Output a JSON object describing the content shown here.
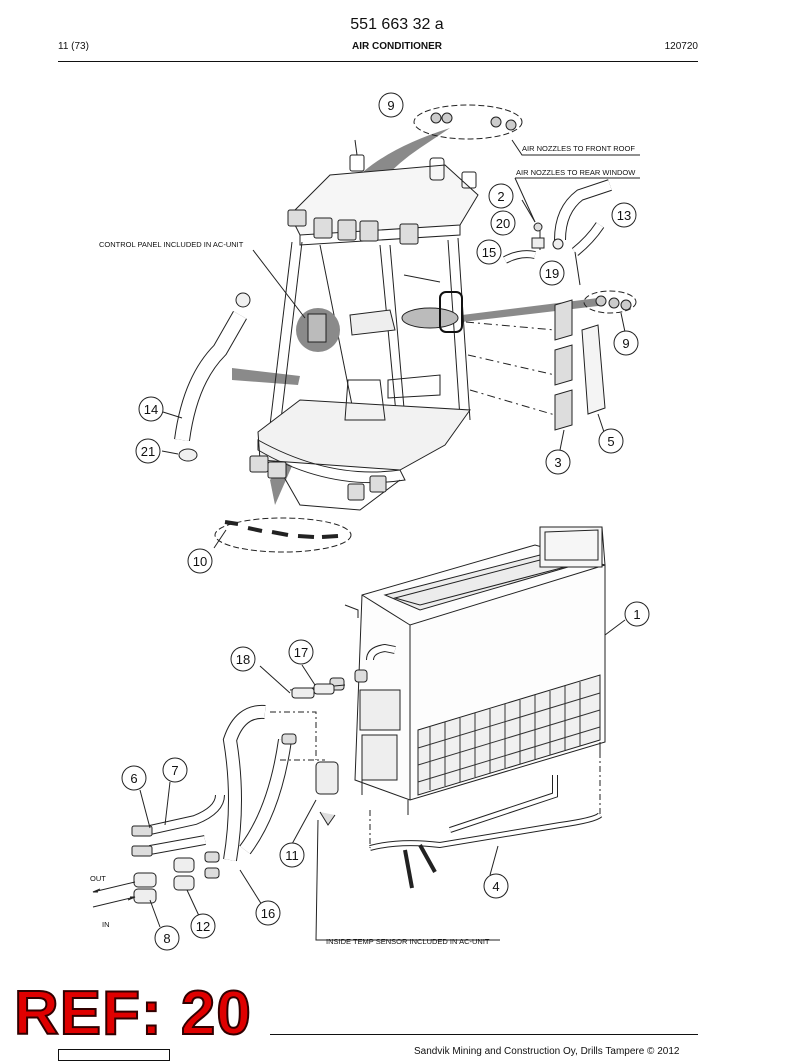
{
  "header": {
    "doc_number": "551 663 32 a",
    "page": "11 (73)",
    "title": "AIR CONDITIONER",
    "date": "120720"
  },
  "annotations": {
    "nozzles_front_roof": "AIR NOZZLES TO FRONT ROOF",
    "nozzles_rear_window": "AIR NOZZLES TO REAR WINDOW",
    "control_panel": "CONTROL PANEL INCLUDED IN AC-UNIT",
    "out": "OUT",
    "in": "IN",
    "temp_sensor": "INSIDE TEMP SENSOR INCLUDED IN AC-UNIT"
  },
  "callouts": [
    "9",
    "2",
    "13",
    "20",
    "15",
    "19",
    "9",
    "5",
    "3",
    "14",
    "21",
    "10",
    "1",
    "18",
    "17",
    "7",
    "6",
    "11",
    "4",
    "16",
    "12",
    "8"
  ],
  "ref_stamp": "REF: 20",
  "footer": {
    "copyright": "Sandvik Mining and Construction Oy, Drills Tampere © 2012"
  },
  "colors": {
    "ref_red": "#e00000",
    "line": "#111111",
    "shadow": "#8a8a8a"
  }
}
